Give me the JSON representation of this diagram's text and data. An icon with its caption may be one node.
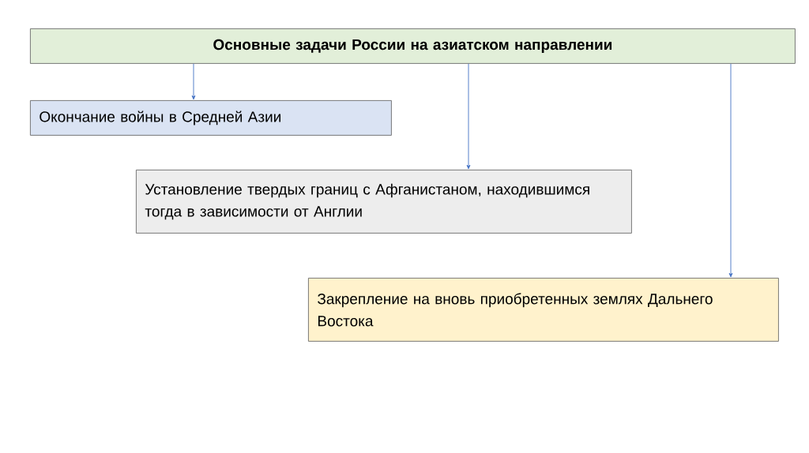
{
  "diagram": {
    "nodes": [
      {
        "text": [
          "Основные задачи России на азиатском направлении"
        ]
      },
      {
        "text": [
          "Окончание войны в Средней Азии"
        ]
      },
      {
        "text": [
          "Установление твердых границ с Афганистаном, находившимся тогда в зависимости от Англии"
        ]
      },
      {
        "text": [
          "Закрепление на вновь приобретенных землях Дальнего Востока"
        ]
      }
    ],
    "edges": [
      {
        "from": 0,
        "to": 1,
        "arrow": "to"
      },
      {
        "from": 0,
        "to": 2,
        "arrow": "to"
      },
      {
        "from": 0,
        "to": 3,
        "arrow": "to"
      }
    ]
  }
}
